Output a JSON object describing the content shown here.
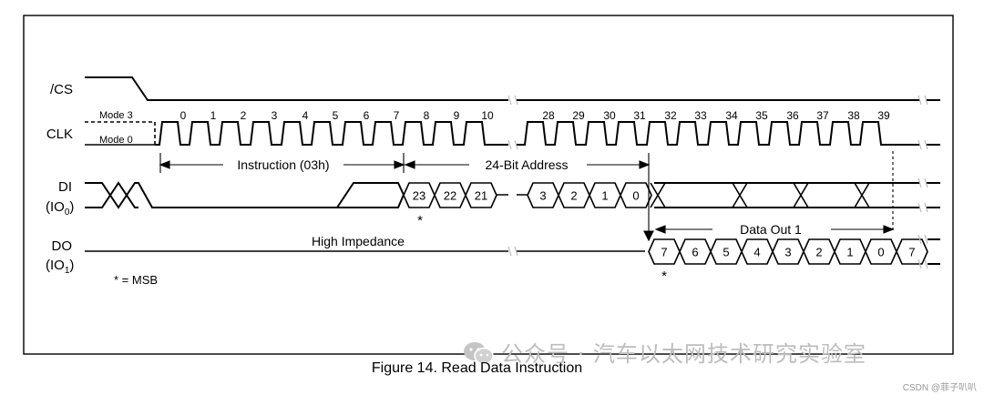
{
  "figure": {
    "caption": "Figure 14. Read Data Instruction",
    "signals": {
      "cs": "/CS",
      "clk": "CLK",
      "di": "DI",
      "di_pin": "(IO",
      "di_sub": "0",
      "do": "DO",
      "do_pin": "(IO",
      "do_sub": "1",
      "close_paren": ")"
    },
    "modes": {
      "mode3": "Mode 3",
      "mode0": "Mode 0"
    },
    "clock_numbers_a": [
      "0",
      "1",
      "2",
      "3",
      "4",
      "5",
      "6",
      "7",
      "8",
      "9",
      "10"
    ],
    "clock_numbers_b": [
      "28",
      "29",
      "30",
      "31",
      "32",
      "33",
      "34",
      "35",
      "36",
      "37",
      "38",
      "39"
    ],
    "spans": {
      "instruction": "Instruction (03h)",
      "address": "24-Bit Address",
      "data_out": "Data Out 1"
    },
    "di_address_bits_a": [
      "23",
      "22",
      "21"
    ],
    "di_address_bits_b": [
      "3",
      "2",
      "1",
      "0"
    ],
    "do_bits": [
      "7",
      "6",
      "5",
      "4",
      "3",
      "2",
      "1",
      "0",
      "7"
    ],
    "high_impedance": "High Impedance",
    "msb_marker": "*",
    "legend": "* = MSB"
  },
  "watermark": {
    "text": "公众号 · 汽车以太网技术研究实验室",
    "icon": "wechat-icon"
  },
  "credit": "CSDN @菲子叭叭"
}
